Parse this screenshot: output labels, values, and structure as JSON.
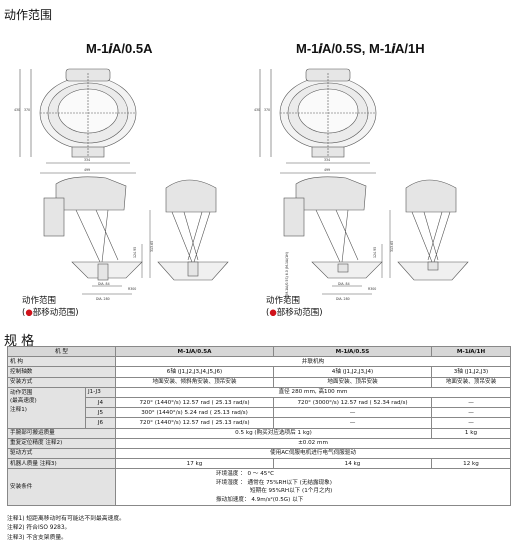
{
  "section_range": "动作范围",
  "section_spec": "规 格",
  "model_left": "M-1𝒊A/0.5A",
  "model_right": "M-1𝒊A/0.5S, M-1𝒊A/1H",
  "range_label": "动作范围",
  "range_legend": "部移动范围)",
  "range_legend_open": "(",
  "range_bullet": "●",
  "drawing_dims": {
    "tl_w1": "334",
    "tl_w2": "499",
    "tl_h1": "370",
    "tl_h2": "430",
    "tr_w1": "334",
    "tr_w2": "499",
    "tr_h1": "370",
    "tr_h2": "430",
    "bl_v1": "124.95",
    "bl_v2": "313.65",
    "bl_dia1": "DIA. 84",
    "bl_dia2": "DIA. 280",
    "bl_r": "R300",
    "br_v1": "124.95",
    "br_v2": "313.65",
    "br_left": "5.5 (M-1iA/0.5S)\n6.0 (M-1iA/1H)",
    "br_dia1": "DIA. 84",
    "br_dia2": "DIA. 280",
    "br_r": "R300"
  },
  "spec": {
    "h_model": "机 型",
    "h_a": "M-1𝒊A/0.5A",
    "h_s": "M-1𝒊A/0.5S",
    "h_h": "M-1𝒊A/1H",
    "r_mech_label": "机 构",
    "r_mech_val": "并联机构",
    "r_axes_label": "控制轴数",
    "r_axes_a": "6轴 (J1,J2,J3,J4,J5,J6)",
    "r_axes_s": "4轴 (J1,J2,J3,J4)",
    "r_axes_h": "3轴 (J1,J2,J3)",
    "r_install_label": "安装方式",
    "r_install_a": "地面安装、倾斜角安装、顶吊安装",
    "r_install_s": "地面安装、顶吊安装",
    "r_install_h": "地面安装、顶吊安装",
    "r_range_label1": "动作范围",
    "r_range_label2": "(最高速度)",
    "r_range_label3": "注释1)",
    "r_j1j3": "J1-J3",
    "r_j1j3_val": "直径 280 mm, 高100 mm",
    "r_j4": "J4",
    "r_j4_a": "720° (1440°/s) 12.57 rad ( 25.13 rad/s)",
    "r_j4_s": "720° (3000°/s) 12.57 rad ( 52.34 rad/s)",
    "r_j4_h": "—",
    "r_j5": "J5",
    "r_j5_a": "300° (1440°/s) 5.24 rad ( 25.13 rad/s)",
    "r_j5_s": "—",
    "r_j5_h": "—",
    "r_j6": "J6",
    "r_j6_a": "720° (1440°/s) 12.57 rad ( 25.13 rad/s)",
    "r_j6_s": "—",
    "r_j6_h": "—",
    "r_payload_label": "手腕部可搬运质量",
    "r_payload_as": "0.5 kg (购买对应选项后 1 kg)",
    "r_payload_h": "1 kg",
    "r_repeat_label": "重复定位精度 注释2)",
    "r_repeat_val": "±0.02 mm",
    "r_drive_label": "驱动方式",
    "r_drive_val": "使用AC伺服电机进行电气伺服驱动",
    "r_mass_label": "机器人质量 注释3)",
    "r_mass_a": "17 kg",
    "r_mass_s": "14 kg",
    "r_mass_h": "12 kg",
    "r_env_label": "安装条件",
    "r_env_1": "环境温度 ： 0 ～ 45°C",
    "r_env_2": "环境湿度 ： 通常在 75%RH以下 (无结露现象)",
    "r_env_3": "短期在 95%RH以下 (1个月之内)",
    "r_env_4": "振动加速度： 4.9m/s²(0.5G) 以下"
  },
  "notes": {
    "n1": "注释1)   短距离移动时有可能达不到最高速度。",
    "n2": "注释2)   符合ISO 9283。",
    "n3": "注释3)   不含支架质量。"
  }
}
